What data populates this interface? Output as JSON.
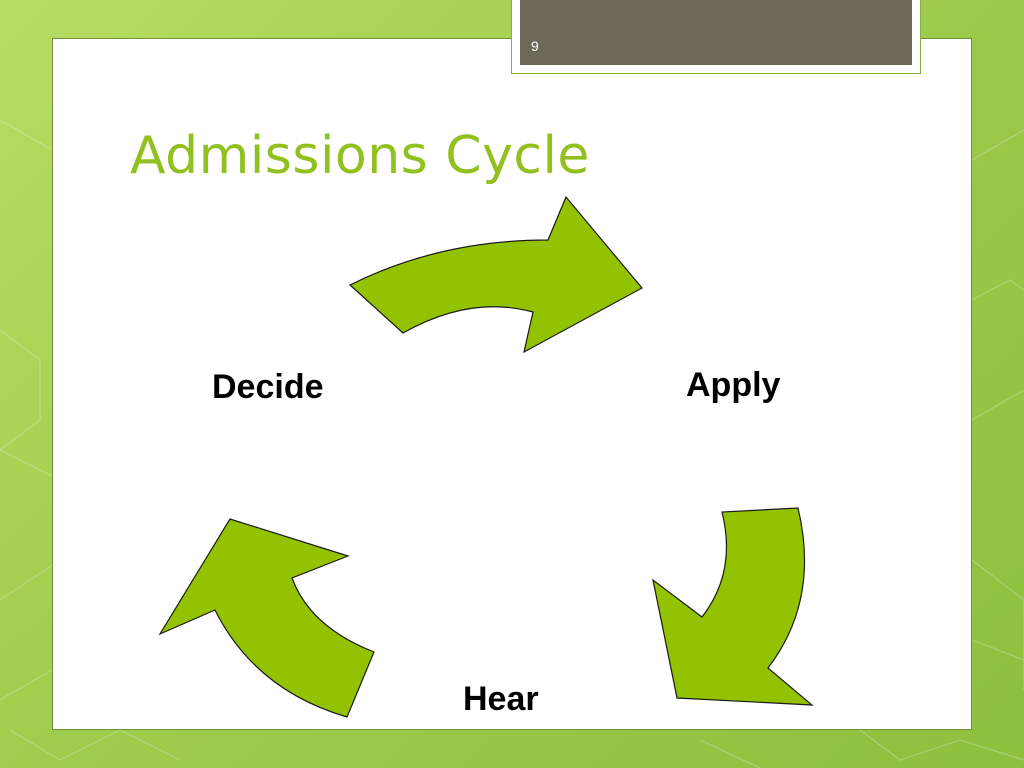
{
  "slide": {
    "page_number": "9",
    "title": "Admissions Cycle"
  },
  "diagram": {
    "stages": [
      {
        "label": "Apply"
      },
      {
        "label": "Hear"
      },
      {
        "label": "Decide"
      }
    ],
    "arrow_color": "#93c200",
    "title_color": "#92c01f",
    "background_color": "#a8d556"
  }
}
